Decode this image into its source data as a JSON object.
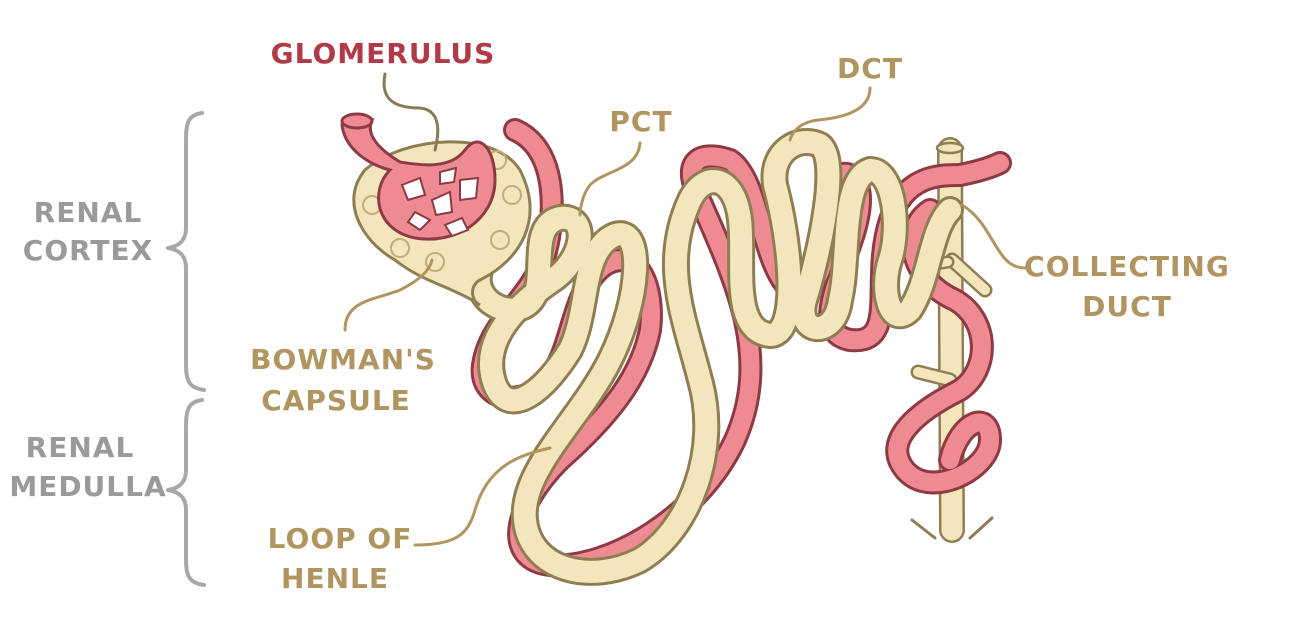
{
  "labels": {
    "glomerulus": "GLOMERULUS",
    "pct": "PCT",
    "dct": "DCT",
    "renal_cortex": [
      "RENAL",
      "CORTEX"
    ],
    "renal_medulla": [
      "RENAL",
      "MEDULLA"
    ],
    "bowmans_capsule": [
      "BOWMAN'S",
      "CAPSULE"
    ],
    "loop_of_henle": [
      "LOOP OF",
      "HENLE"
    ],
    "collecting_duct": [
      "COLLECTING",
      "DUCT"
    ]
  },
  "colors": {
    "tubule_fill": "#f3e6bd",
    "tubule_outline": "#8f7e52",
    "vessel_fill": "#ee8b92",
    "vessel_outline": "#8e3a45",
    "glomerulus_label": "#b03a48",
    "tan_label": "#b09560",
    "region_label": "#9a9a9a"
  }
}
